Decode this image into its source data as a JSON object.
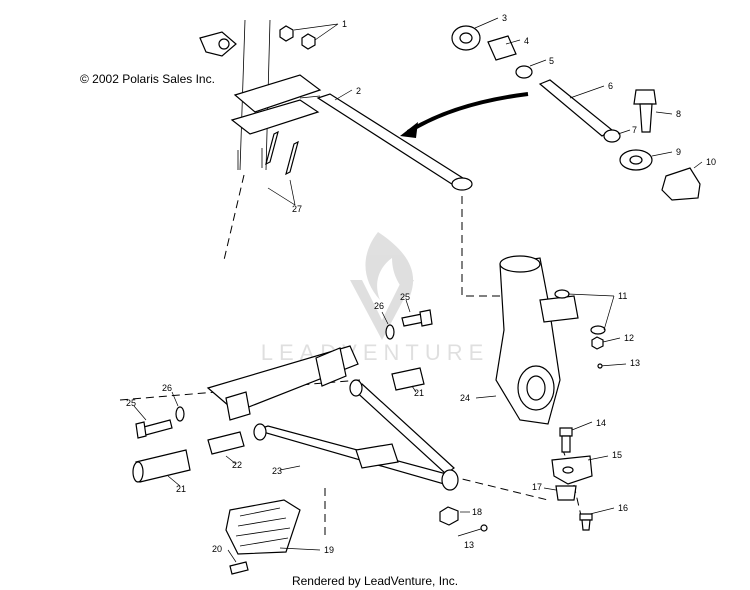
{
  "copyright": "© 2002 Polaris Sales Inc.",
  "credit": "Rendered by LeadVenture, Inc.",
  "watermark": "LEADVENTURE",
  "callouts": [
    "1",
    "2",
    "3",
    "4",
    "5",
    "6",
    "7",
    "8",
    "9",
    "10",
    "11",
    "12",
    "13",
    "13",
    "14",
    "15",
    "16",
    "17",
    "18",
    "19",
    "20",
    "21",
    "21",
    "22",
    "23",
    "24",
    "25",
    "25",
    "26",
    "26",
    "27"
  ]
}
